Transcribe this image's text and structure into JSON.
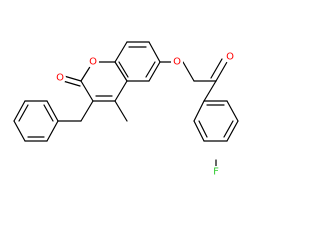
{
  "molecule": {
    "atoms": {
      "O_carbonyl": {
        "symbol": "O",
        "color": "#ff0000"
      },
      "O_ring": {
        "symbol": "O",
        "color": "#ff0000"
      },
      "O_ether": {
        "symbol": "O",
        "color": "#ff0000"
      },
      "O_ketone": {
        "symbol": "O",
        "color": "#ff0000"
      },
      "F": {
        "symbol": "F",
        "color": "#33cc33"
      }
    },
    "bond_color": "#000000",
    "background": "#ffffff"
  }
}
